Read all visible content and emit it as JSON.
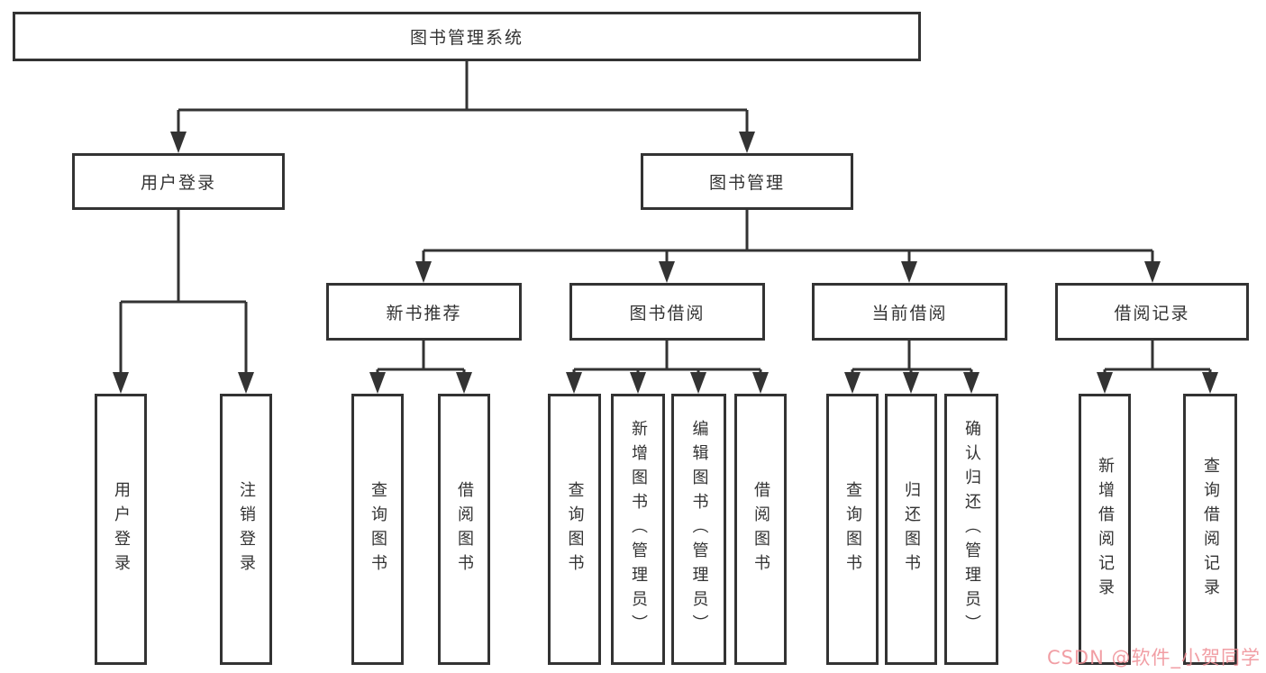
{
  "diagram": {
    "root": "图书管理系统",
    "level2": [
      "用户登录",
      "图书管理"
    ],
    "level3": [
      "新书推荐",
      "图书借阅",
      "当前借阅",
      "借阅记录"
    ],
    "groups": {
      "userLogin": [
        "用户登录",
        "注销登录"
      ],
      "newBooks": [
        "查询图书",
        "借阅图书"
      ],
      "bookBorrow": [
        "查询图书",
        "新增图书（管理员）",
        "编辑图书（管理员）",
        "借阅图书"
      ],
      "currentBorrow": [
        "查询图书",
        "归还图书",
        "确认归还（管理员）"
      ],
      "borrowRecords": [
        "新增借阅记录",
        "查询借阅记录"
      ]
    }
  },
  "watermark": "CSDN @软件_小贺同学",
  "colors": {
    "line": "#333333",
    "box_border": "#333333",
    "text": "#333333",
    "watermark": "#ee8d94",
    "background": "#ffffff"
  }
}
